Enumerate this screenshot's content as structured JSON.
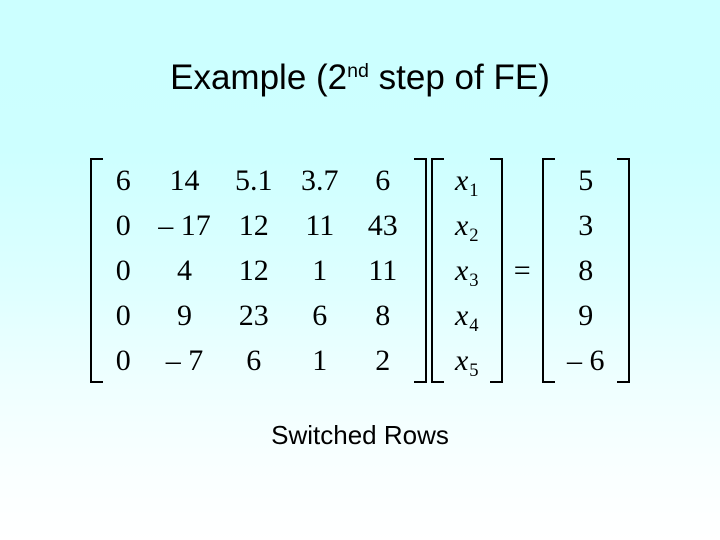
{
  "slide": {
    "title_prefix": "Example (2",
    "title_superscript": "nd",
    "title_suffix": " step of FE)",
    "caption": "Switched Rows",
    "background_top_color": "#ccffff",
    "background_bottom_color": "#ffffff",
    "text_color": "#000000"
  },
  "equation": {
    "equals_symbol": "=",
    "coefficient_matrix": {
      "rows": [
        [
          "6",
          "14",
          "5.1",
          "3.7",
          "6"
        ],
        [
          "0",
          "– 17",
          "12",
          "11",
          "43"
        ],
        [
          "0",
          "4",
          "12",
          "1",
          "11"
        ],
        [
          "0",
          "9",
          "23",
          "6",
          "8"
        ],
        [
          "0",
          "– 7",
          "6",
          "1",
          "2"
        ]
      ]
    },
    "unknown_vector": {
      "symbol": "x",
      "subscripts": [
        "1",
        "2",
        "3",
        "4",
        "5"
      ]
    },
    "rhs_vector": {
      "values": [
        "5",
        "3",
        "8",
        "9",
        "– 6"
      ]
    }
  }
}
